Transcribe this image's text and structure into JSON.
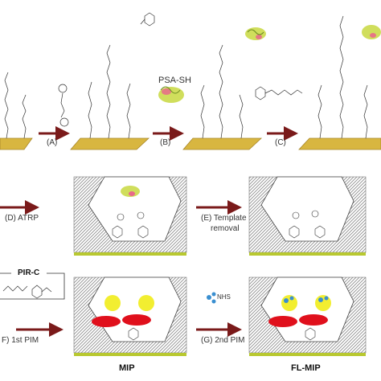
{
  "labels": {
    "psa_sh": "PSA-SH",
    "step_a": "(A)",
    "step_b": "(B)",
    "step_c": "(C)",
    "step_d": "(D) ATRP",
    "step_e_line1": "(E) Template",
    "step_e_line2": "removal",
    "pir_c": "PIR-C",
    "step_f": "F) 1st PIM",
    "step_g": "(G) 2nd PIM",
    "nhs": "NHS",
    "mip": "MIP",
    "fl_mip": "FL-MIP"
  },
  "colors": {
    "substrate": "#d8b640",
    "substrate_edge": "#a8862a",
    "arrow": "#7a1a1a",
    "hatch": "#9a9a9a",
    "panel_green": "#b8c830",
    "yellow_site": "#f2ee30",
    "red_site": "#e0101c",
    "blue_label": "#3a8fd0",
    "protein_yellow": "#c8d840",
    "protein_pink": "#e86a8a"
  }
}
